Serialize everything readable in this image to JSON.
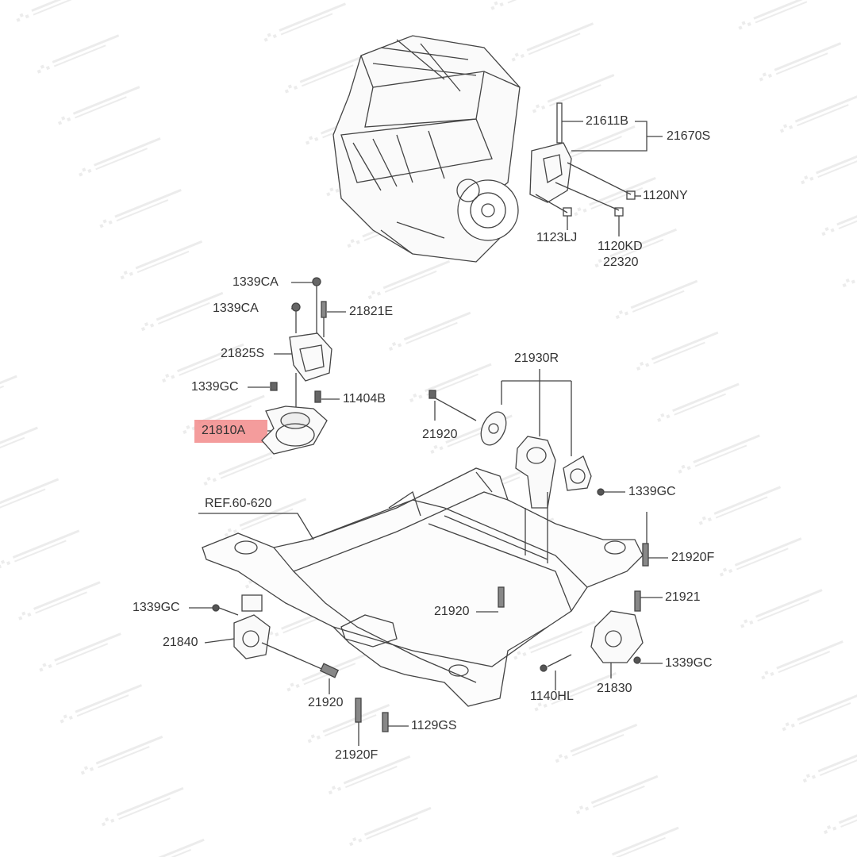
{
  "watermark": "TuAutoSpare.cl",
  "highlight_color": "#f28b8b",
  "highlighted_part": "21810A",
  "labels": {
    "l21611b": "21611B",
    "l21670s": "21670S",
    "l1120ny": "1120NY",
    "l1123lj": "1123LJ",
    "l1120kd": "1120KD",
    "l22320": "22320",
    "l1339ca_a": "1339CA",
    "l1339ca_b": "1339CA",
    "l21821e": "21821E",
    "l21825s": "21825S",
    "l1339gc_a": "1339GC",
    "l11404b": "11404B",
    "l21810a": "21810A",
    "l21930r": "21930R",
    "l21920_a": "21920",
    "l1339gc_b": "1339GC",
    "lref": "REF.60-620",
    "l21920f_a": "21920F",
    "l21920_b": "21920",
    "l21921": "21921",
    "l1339gc_c": "1339GC",
    "l21840": "21840",
    "l1339gc_d": "1339GC",
    "l21830": "21830",
    "l1140hl": "1140HL",
    "l21920_c": "21920",
    "l1129gs": "1129GS",
    "l21920f_b": "21920F"
  }
}
